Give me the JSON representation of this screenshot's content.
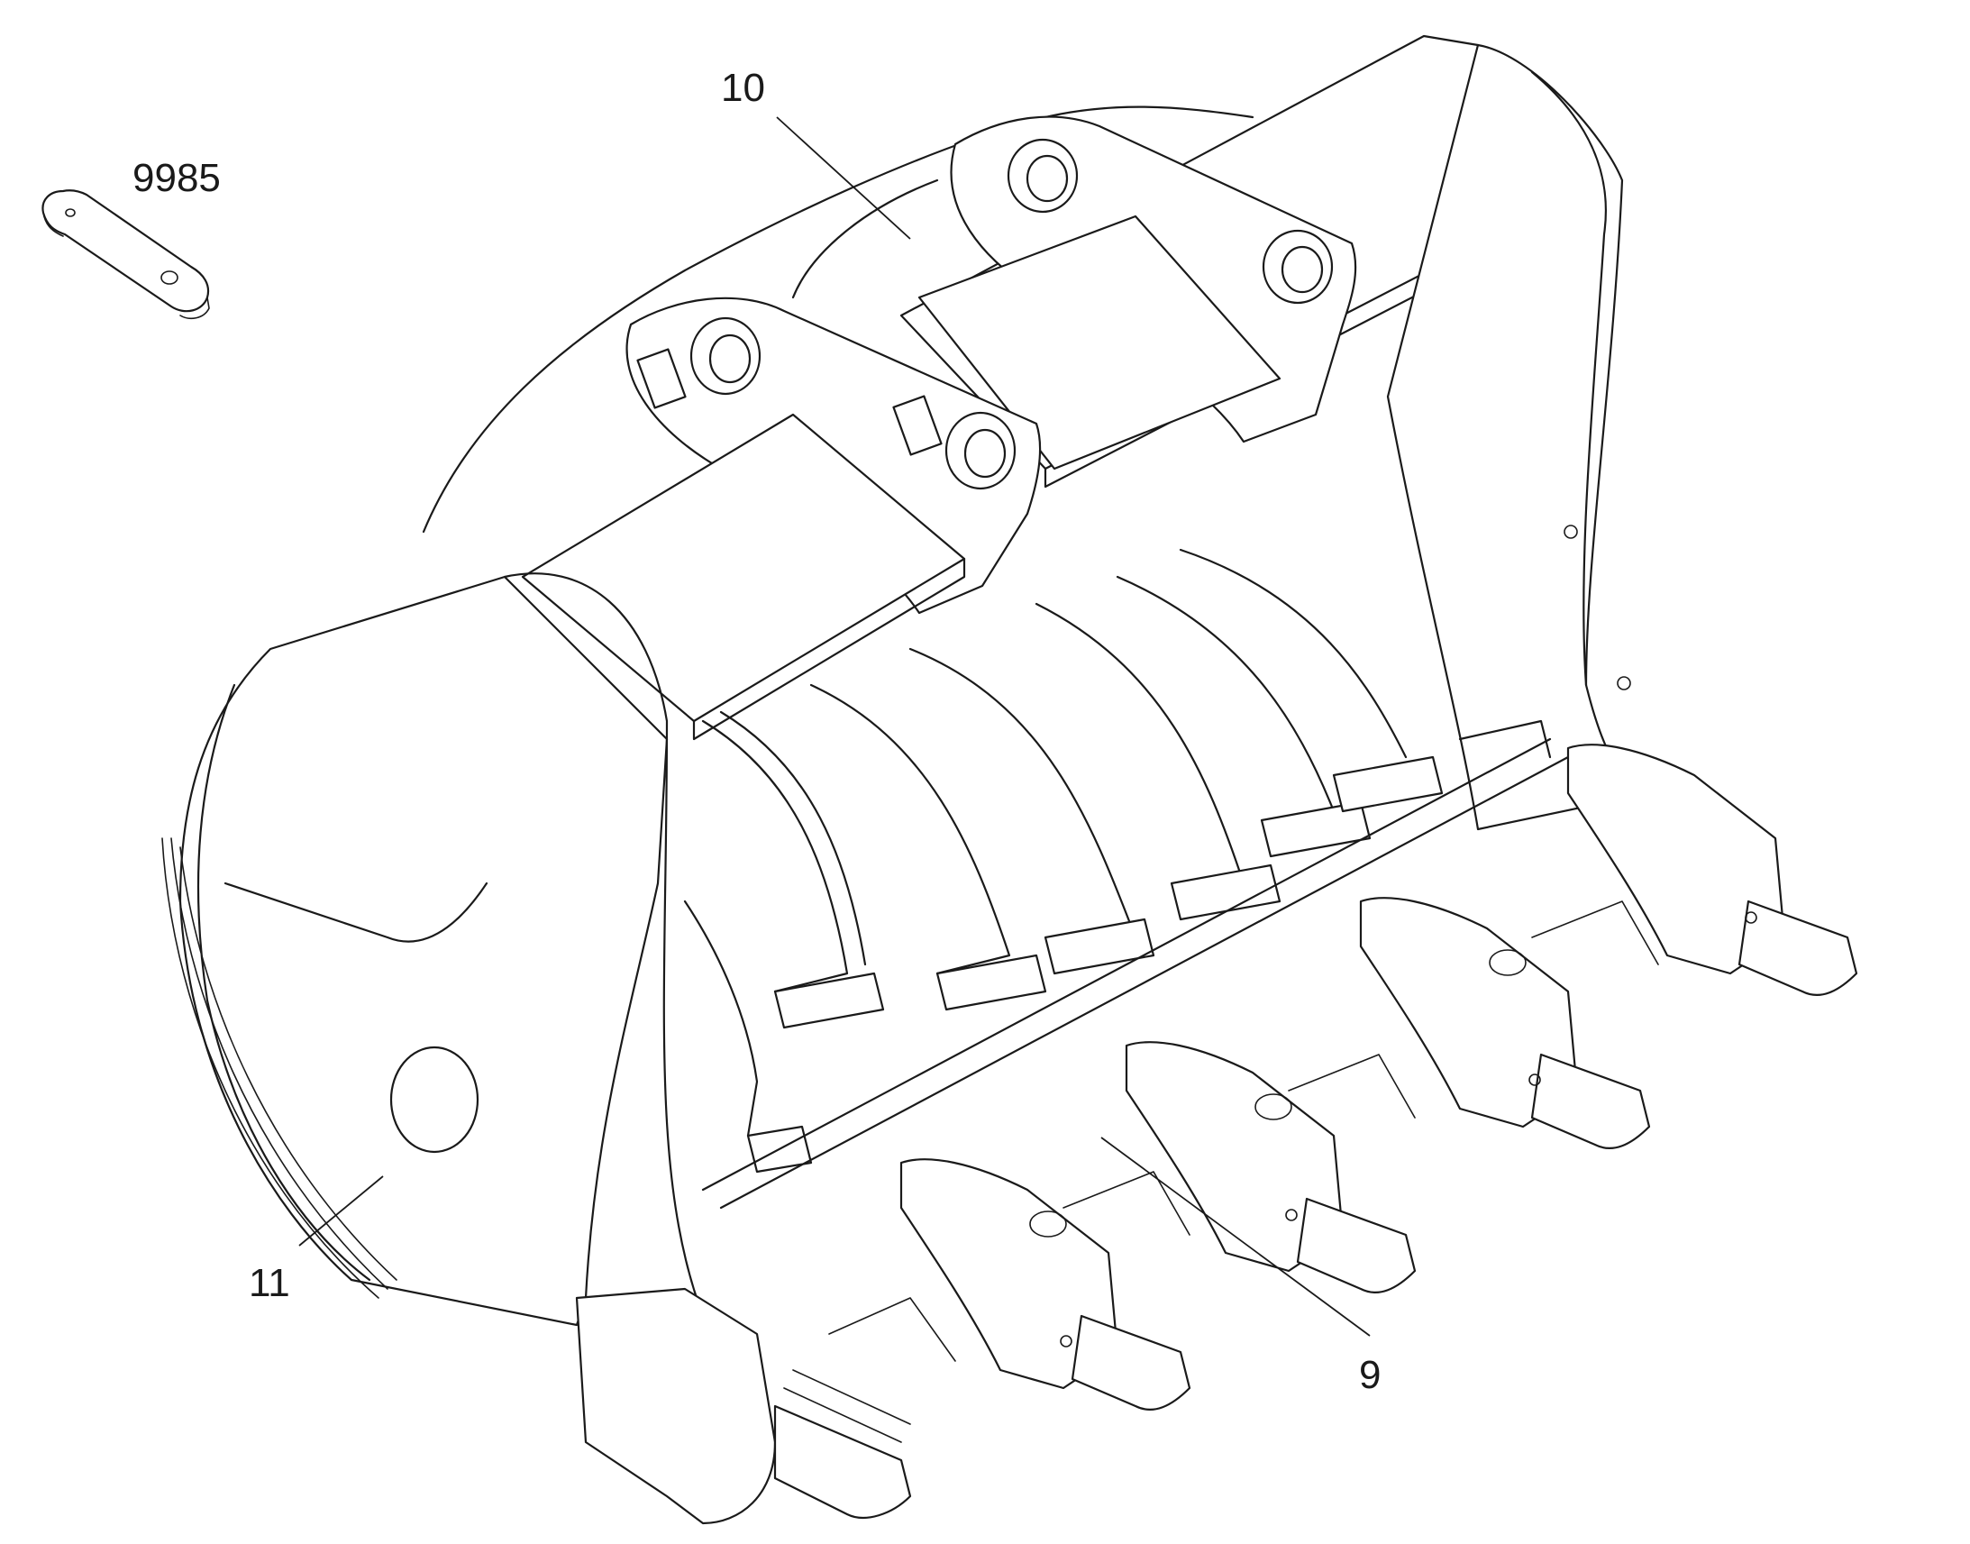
{
  "diagram": {
    "callouts": [
      {
        "id": "label-9985",
        "text": "9985"
      },
      {
        "id": "label-10",
        "text": "10"
      },
      {
        "id": "label-11",
        "text": "11"
      },
      {
        "id": "label-9",
        "text": "9"
      }
    ]
  },
  "colors": {
    "line": "#1a1a1a",
    "background": "#ffffff"
  }
}
